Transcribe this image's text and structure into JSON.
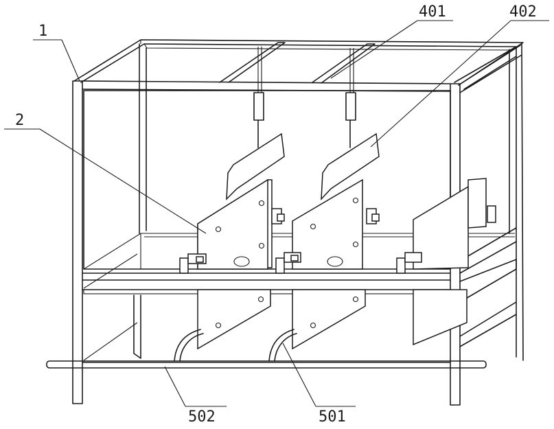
{
  "labels": {
    "frame": "1",
    "plate_assembly": "2",
    "cylinder_a": "401",
    "cylinder_b": "402",
    "spray_pipe": "501",
    "support_rod": "502"
  },
  "colors": {
    "line": "#1a1a1a",
    "background": "#ffffff"
  }
}
